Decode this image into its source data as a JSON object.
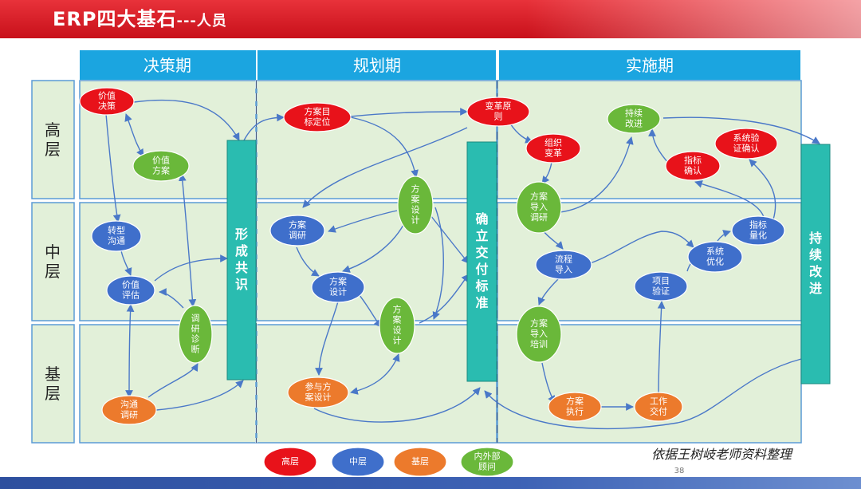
{
  "title": {
    "main": "ERP四大基石",
    "suffix": "---人员"
  },
  "phases": [
    "决策期",
    "规划期",
    "实施期"
  ],
  "levels": [
    "高层",
    "中层",
    "基层"
  ],
  "bars": {
    "consensus": [
      "形",
      "成",
      "共",
      "识"
    ],
    "deliver": [
      "确",
      "立",
      "交",
      "付",
      "标",
      "准"
    ],
    "improve": [
      "持",
      "续",
      "改",
      "进"
    ]
  },
  "colors": {
    "high": "#e8121a",
    "mid": "#3f6fcb",
    "base": "#ec7a2c",
    "consultant": "#6ab83a",
    "phase_header": "#1ba5e0",
    "bar": "#2abcb0",
    "cell": "#e2f0d9"
  },
  "nodes": [
    {
      "id": "jzjc",
      "level": "high",
      "lines": [
        "价值",
        "决策"
      ]
    },
    {
      "id": "jzfa",
      "level": "consultant",
      "lines": [
        "价值",
        "方案"
      ]
    },
    {
      "id": "zxgt",
      "level": "mid",
      "lines": [
        "转型",
        "沟通"
      ]
    },
    {
      "id": "jzpg",
      "level": "mid",
      "lines": [
        "价值",
        "评估"
      ]
    },
    {
      "id": "dyzd",
      "level": "consultant",
      "lines": [
        "调",
        "研",
        "诊",
        "断"
      ]
    },
    {
      "id": "gtdy",
      "level": "base",
      "lines": [
        "沟通",
        "调研"
      ]
    },
    {
      "id": "famb",
      "level": "high",
      "lines": [
        "方案目",
        "标定位"
      ]
    },
    {
      "id": "fasj1",
      "level": "consultant",
      "lines": [
        "方",
        "案",
        "设",
        "计"
      ]
    },
    {
      "id": "fady",
      "level": "mid",
      "lines": [
        "方案",
        "调研"
      ]
    },
    {
      "id": "fasj2",
      "level": "mid",
      "lines": [
        "方案",
        "设计"
      ]
    },
    {
      "id": "fasj3",
      "level": "consultant",
      "lines": [
        "方",
        "案",
        "设",
        "计"
      ]
    },
    {
      "id": "cyfa",
      "level": "base",
      "lines": [
        "参与方",
        "案设计"
      ]
    },
    {
      "id": "bgyz",
      "level": "high",
      "lines": [
        "变革原",
        "则"
      ]
    },
    {
      "id": "zzbg",
      "level": "high",
      "lines": [
        "组织",
        "变革"
      ]
    },
    {
      "id": "cxgj",
      "level": "consultant",
      "lines": [
        "持续",
        "改进"
      ]
    },
    {
      "id": "xtyz",
      "level": "high",
      "lines": [
        "系统验",
        "证确认"
      ]
    },
    {
      "id": "zbqr",
      "level": "high",
      "lines": [
        "指标",
        "确认"
      ]
    },
    {
      "id": "fadr1",
      "level": "consultant",
      "lines": [
        "方案",
        "导入",
        "调研"
      ]
    },
    {
      "id": "zblh",
      "level": "mid",
      "lines": [
        "指标",
        "量化"
      ]
    },
    {
      "id": "lcdr",
      "level": "mid",
      "lines": [
        "流程",
        "导入"
      ]
    },
    {
      "id": "xtyh",
      "level": "mid",
      "lines": [
        "系统",
        "优化"
      ]
    },
    {
      "id": "xmyz",
      "level": "mid",
      "lines": [
        "项目",
        "验证"
      ]
    },
    {
      "id": "fadr2",
      "level": "consultant",
      "lines": [
        "方案",
        "导入",
        "培训"
      ]
    },
    {
      "id": "fazx",
      "level": "base",
      "lines": [
        "方案",
        "执行"
      ]
    },
    {
      "id": "gzjf",
      "level": "base",
      "lines": [
        "工作",
        "交付"
      ]
    }
  ],
  "legend": [
    {
      "level": "high",
      "lines": [
        "高层"
      ]
    },
    {
      "level": "mid",
      "lines": [
        "中层"
      ]
    },
    {
      "level": "base",
      "lines": [
        "基层"
      ]
    },
    {
      "level": "consultant",
      "lines": [
        "内外部",
        "顾问"
      ]
    }
  ],
  "source_note": "依据王树岐老师资料整理",
  "page_number": "38"
}
